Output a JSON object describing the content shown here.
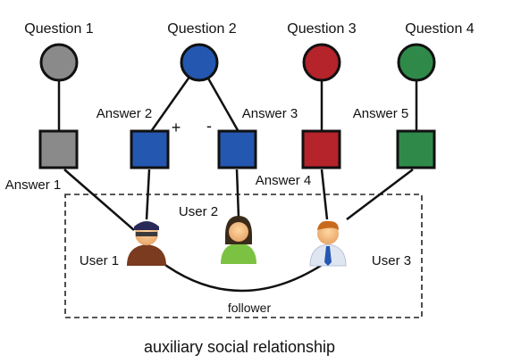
{
  "questions": [
    "Question 1",
    "Question 2",
    "Question 3",
    "Question 4"
  ],
  "answers": {
    "a1": "Answer 1",
    "a2": "Answer 2",
    "a3": "Answer 3",
    "a4": "Answer 4",
    "a5": "Answer 5"
  },
  "users": [
    "User 1",
    "User 2",
    "User 3"
  ],
  "signs": {
    "plus": "+",
    "minus": "-"
  },
  "edge_label": "follower",
  "caption": "auxiliary social relationship",
  "colors": {
    "q1": "#8a8a8a",
    "q2": "#2457b0",
    "q3": "#b5232b",
    "q4": "#2f8a4a",
    "a1": "#8a8a8a",
    "a2": "#2457b0",
    "a3": "#2457b0",
    "a4": "#b5232b",
    "a5": "#2f8a4a"
  },
  "icons": [
    "user-avatar-icon",
    "user-avatar-icon",
    "user-avatar-icon"
  ]
}
